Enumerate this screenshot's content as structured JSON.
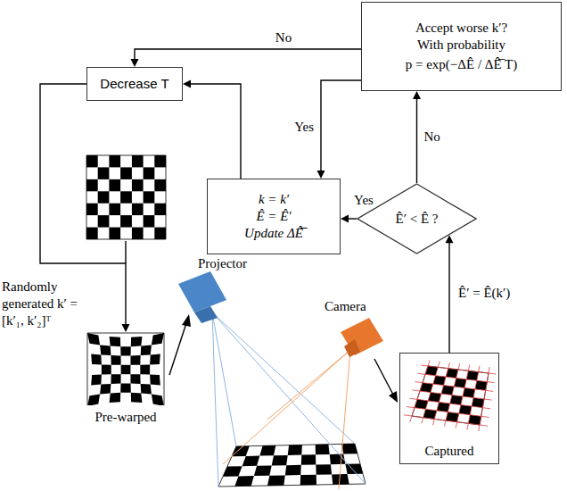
{
  "diagram": {
    "nodes": [
      {
        "text": [
          "Accept worse k′?",
          "With probability",
          "p = exp(−ΔÊ / ΔÊ̅ T)"
        ]
      },
      {
        "text": [
          "Decrease T"
        ]
      },
      {
        "text": [
          "k = k′",
          "Ê = Ê′",
          "Update ΔÊ̅"
        ]
      },
      {
        "text": [
          "Ê′ < Ê ?"
        ]
      },
      {
        "text": [
          "Pre-warped"
        ]
      },
      {
        "text": [
          "Captured"
        ]
      }
    ],
    "edges": [
      {
        "from": 5,
        "to": 3,
        "label": "Ê′ = Ê(k′)",
        "arrow": "to"
      },
      {
        "from": 3,
        "to": 2,
        "label": "Yes",
        "arrow": "to"
      },
      {
        "from": 3,
        "to": 0,
        "label": "No",
        "arrow": "to"
      },
      {
        "from": 0,
        "to": 2,
        "label": "Yes",
        "arrow": "to"
      },
      {
        "from": 0,
        "to": 1,
        "label": "No",
        "arrow": "to"
      },
      {
        "from": 2,
        "to": 1,
        "arrow": "to"
      },
      {
        "from": 1,
        "to": 4,
        "arrow": "to"
      }
    ],
    "labels": [
      "Randomly generated k′ = [k′₁, k′₂]ᵀ",
      "Projector",
      "Camera"
    ]
  }
}
